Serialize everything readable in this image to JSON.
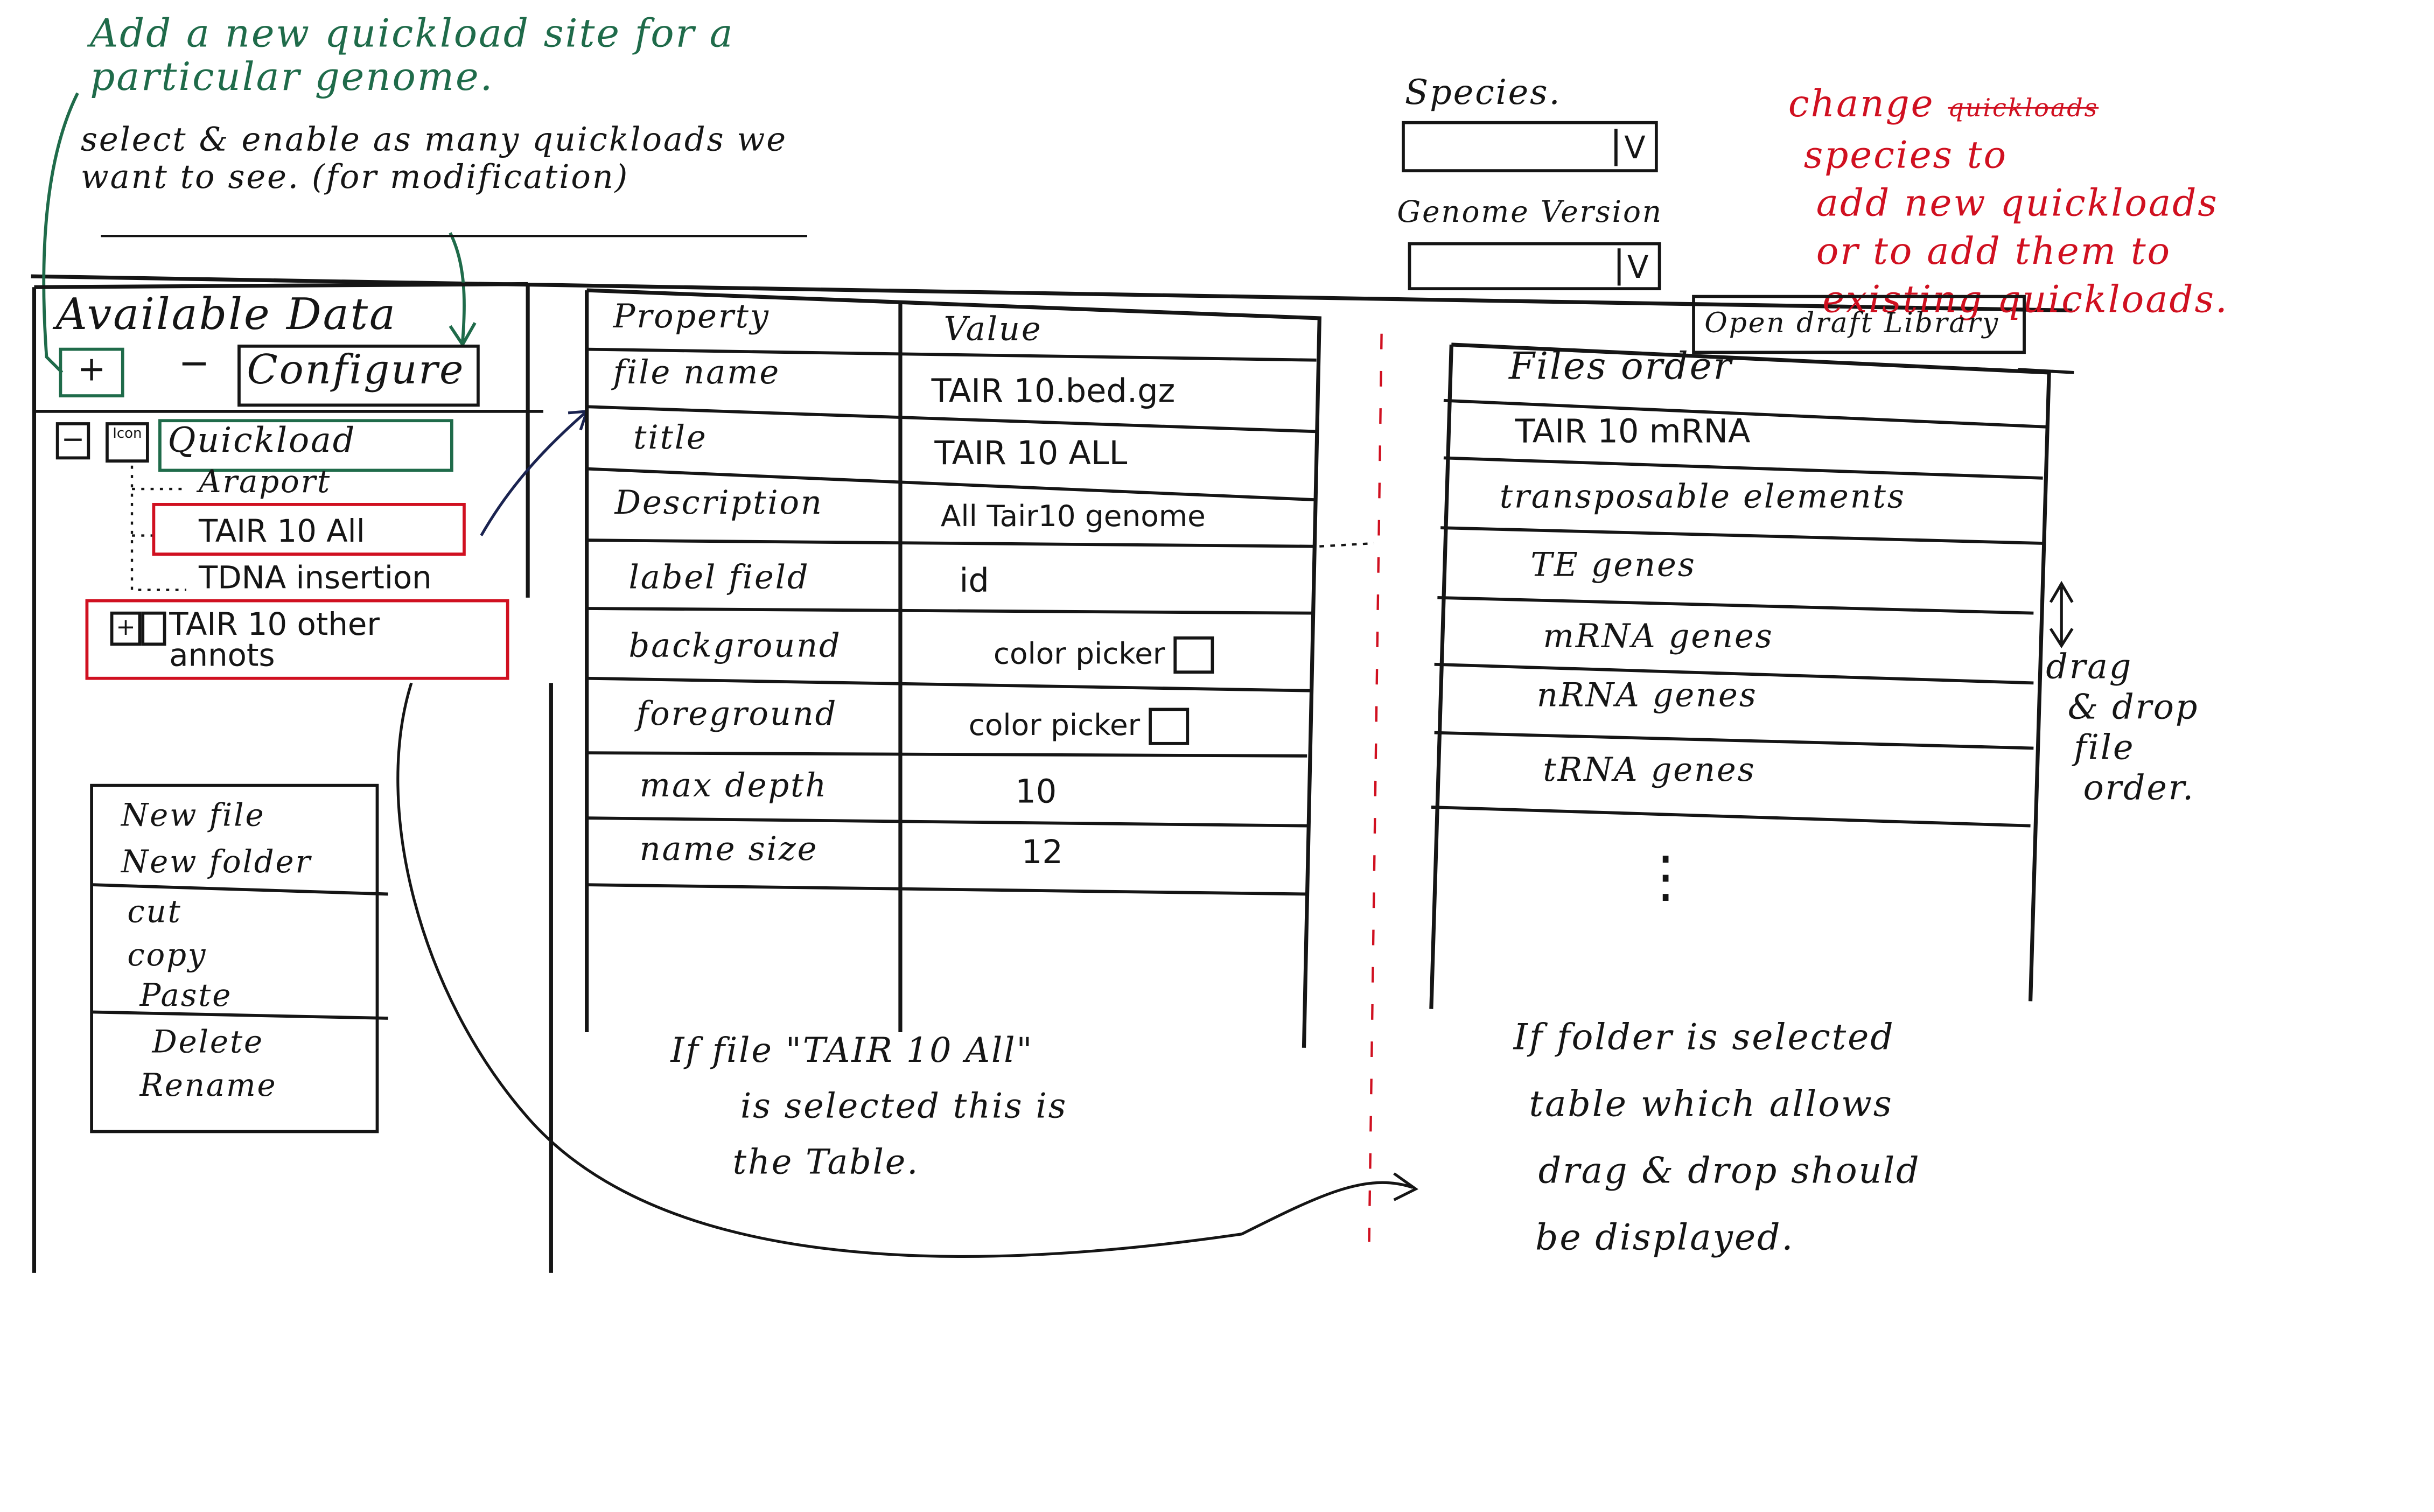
{
  "notes": {
    "add_site": "Add a new quickload site for a particular genome.",
    "select_enable": "select & enable as many quickloads we want to see. (for modification)",
    "change_species": [
      "change",
      "species to",
      "add new quickloads",
      "or to add them to",
      "existing quickloads."
    ],
    "struck_word": "quickloads",
    "file_selected": [
      "If file \"TAIR 10 All\"",
      "is selected this is",
      "the Table."
    ],
    "folder_selected": [
      "If folder is selected",
      "table which allows",
      "drag & drop should",
      "be displayed."
    ],
    "drag_drop": [
      "drag",
      "& drop",
      "file",
      "order."
    ]
  },
  "header": {
    "species_label": "Species.",
    "species_value": "V",
    "genome_label": "Genome Version",
    "genome_value": "V",
    "open_draft_library": "Open draft Library"
  },
  "sidebar": {
    "title": "Available Data",
    "add": "+",
    "remove": "−",
    "configure": "Configure",
    "tree": {
      "collapse": "−",
      "icon_label": "Icon",
      "root": "Quickload",
      "children": [
        "Araport",
        "TAIR 10 All",
        "TDNA insertion"
      ],
      "expand": "+",
      "folder": "TAIR 10 other annots"
    },
    "context_menu": [
      "New file",
      "New folder",
      "cut",
      "copy",
      "Paste",
      "Delete",
      "Rename"
    ]
  },
  "property_table": {
    "headers": [
      "Property",
      "Value"
    ],
    "rows": [
      [
        "file name",
        "TAIR 10.bed.gz"
      ],
      [
        "title",
        "TAIR 10 ALL"
      ],
      [
        "Description",
        "All Tair10 genome"
      ],
      [
        "label field",
        "id"
      ],
      [
        "background",
        "color picker"
      ],
      [
        "foreground",
        "color picker"
      ],
      [
        "max depth",
        "10"
      ],
      [
        "name size",
        "12"
      ]
    ]
  },
  "files_table": {
    "header": "Files order",
    "rows": [
      "TAIR 10 mRNA",
      "transposable elements",
      "TE genes",
      "mRNA genes",
      "nRNA genes",
      "tRNA genes"
    ],
    "more": "⋮"
  },
  "colors": {
    "ink": "#151515",
    "green": "#1f6b4a",
    "red": "#d01020",
    "navy": "#1a2350"
  }
}
